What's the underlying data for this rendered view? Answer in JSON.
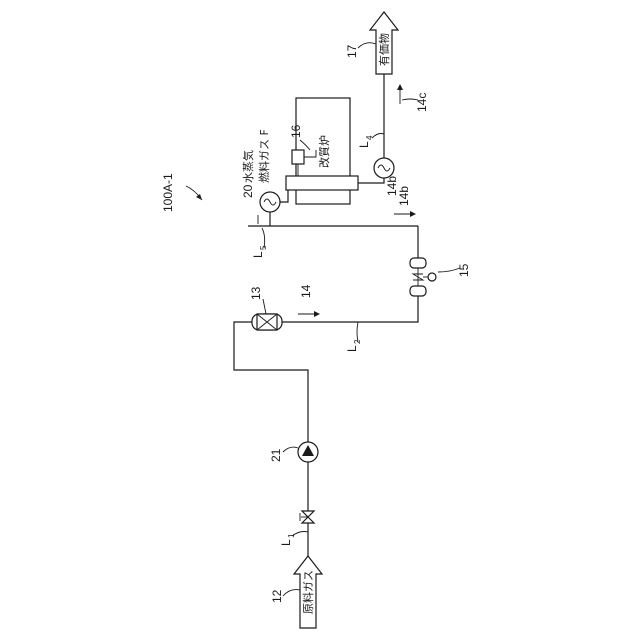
{
  "figure_id": "100A-1",
  "labels": {
    "n12": "12",
    "n21": "21",
    "n13": "13",
    "n14": "14",
    "n15": "15",
    "n16": "16",
    "n17": "17",
    "n20": "20",
    "n14b": "14b",
    "n14c": "14c",
    "L1": "L",
    "L1sub": "1",
    "L2": "L",
    "L2sub": "2",
    "L4": "L",
    "L4sub": "4",
    "L5": "L",
    "L5sub": "5"
  },
  "text": {
    "raw_gas": "原料ガス",
    "reformer": "改質炉",
    "product": "有価物",
    "steam": "水蒸気",
    "fuel_gas": "燃料ガス F"
  }
}
